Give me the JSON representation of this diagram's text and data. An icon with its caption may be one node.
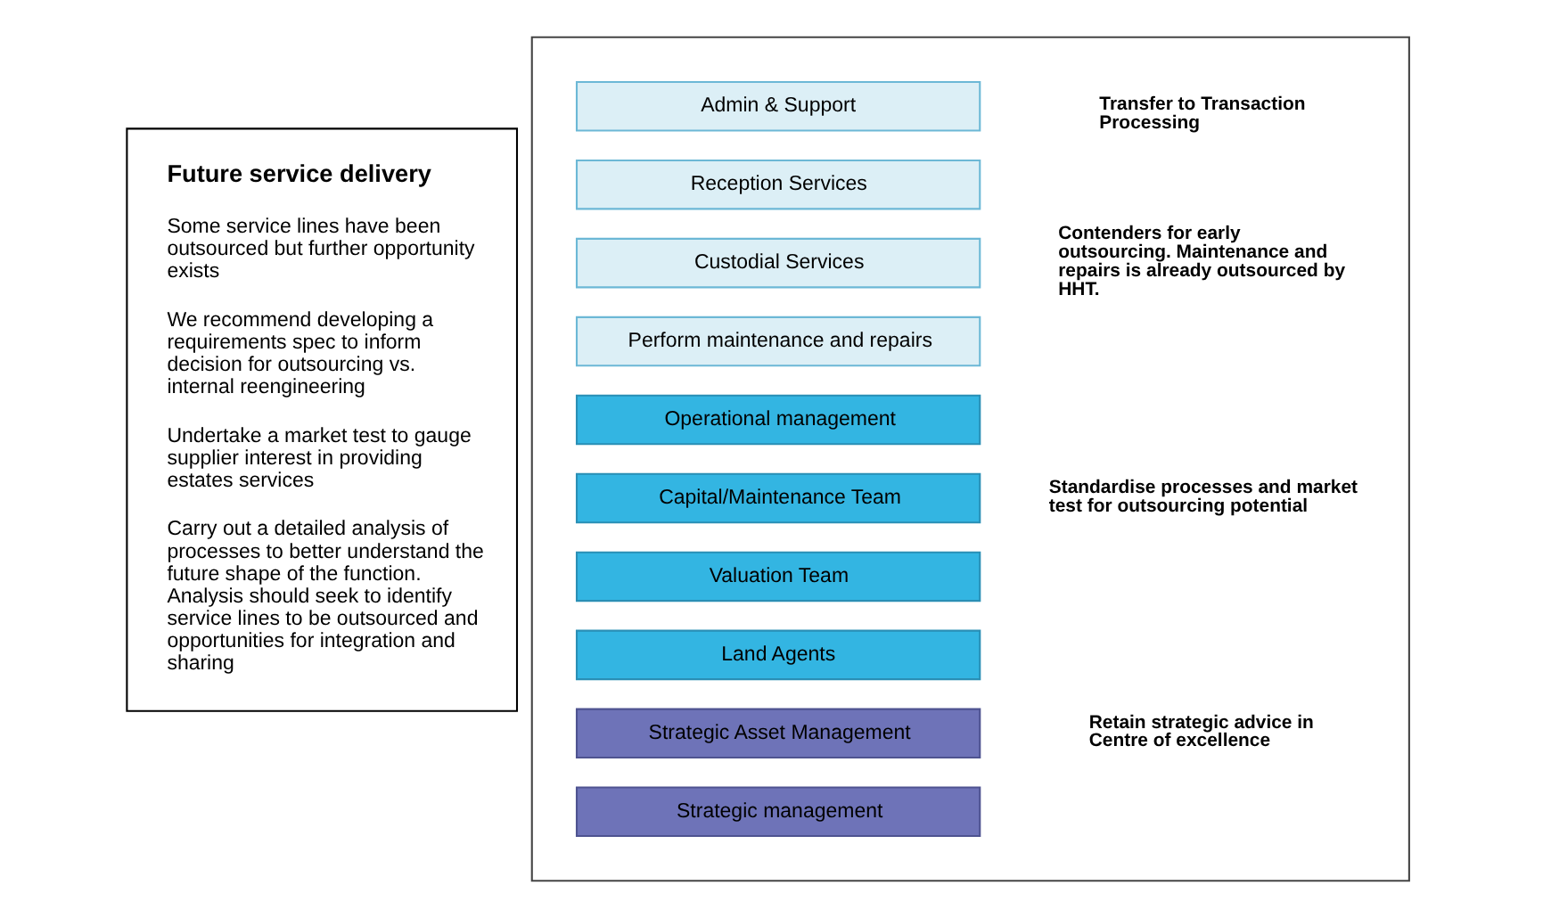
{
  "diagram": {
    "nodes": [
      {
        "text": [
          "Future service delivery",
          "Some service lines have been outsourced but further opportunity exists",
          "We recommend developing a requirements spec to inform decision for outsourcing vs. internal reengineering",
          "Undertake a market test to gauge supplier interest in providing estates services",
          "Carry out a detailed analysis of processes to better understand the future shape of the function. Analysis should seek to identify service lines to be outsourced and opportunities for integration and sharing"
        ]
      },
      {
        "text": [],
        "shape": "box"
      },
      {
        "text": [
          "Admin & Support"
        ],
        "in": 1
      },
      {
        "text": [
          "Reception Services"
        ],
        "in": 1
      },
      {
        "text": [
          "Custodial Services"
        ],
        "in": 1
      },
      {
        "text": [
          "Perform maintenance and repairs"
        ],
        "in": 1
      },
      {
        "text": [
          "Operational management"
        ],
        "in": 1
      },
      {
        "text": [
          "Capital/Maintenance Team"
        ],
        "in": 1
      },
      {
        "text": [
          "Valuation Team"
        ],
        "in": 1
      },
      {
        "text": [
          "Land Agents"
        ],
        "in": 1
      },
      {
        "text": [
          "Strategic Asset Management"
        ],
        "in": 1
      },
      {
        "text": [
          "Strategic management"
        ],
        "in": 1
      }
    ],
    "labels": [
      "Transfer to Transaction Processing",
      "Contenders for early outsourcing. Maintenance and repairs is already outsourced by HHT.",
      "Standardise processes and market test for outsourcing potential",
      "Retain strategic advice in Centre of excellence"
    ]
  }
}
